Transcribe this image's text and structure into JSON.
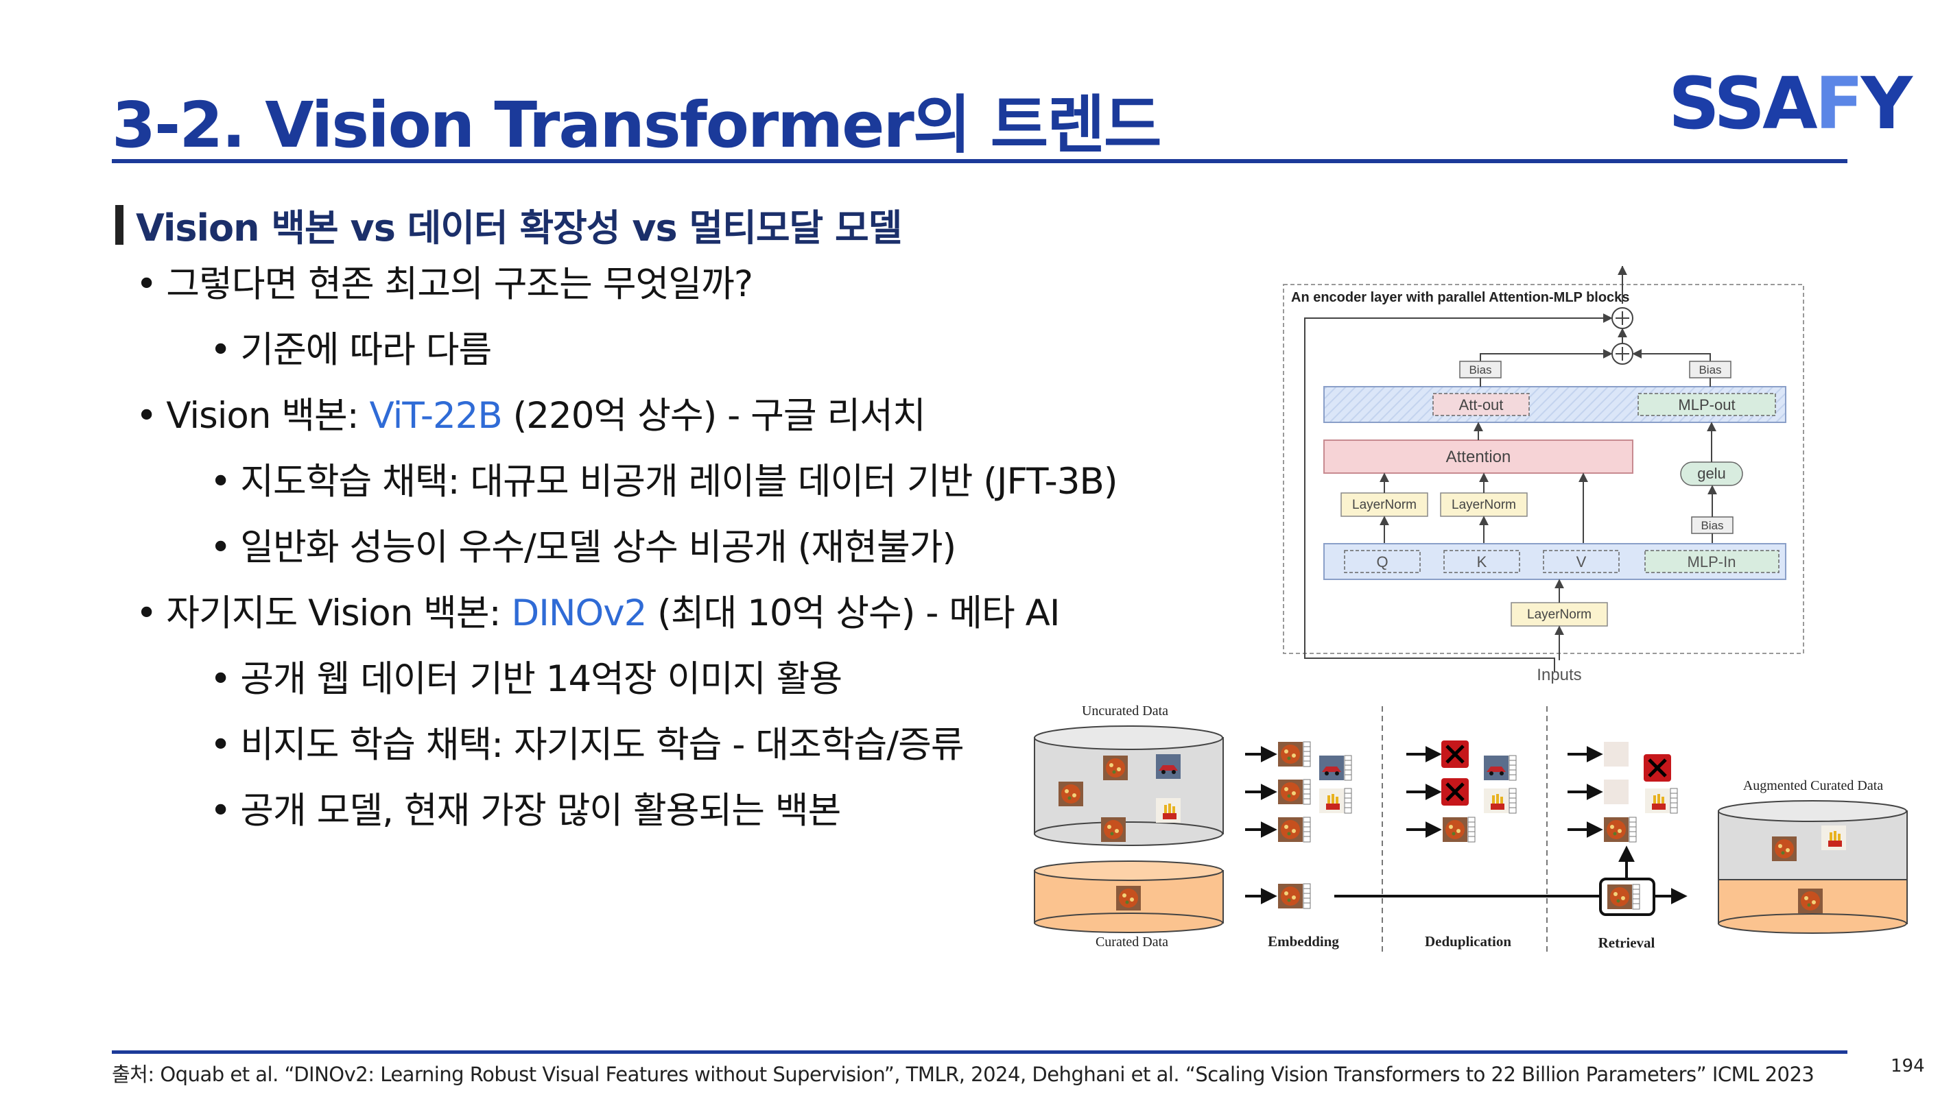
{
  "header": {
    "title": "3-2. Vision Transformer의 트렌드",
    "logo_main": "SSA",
    "logo_hl": "F",
    "logo_tail": "Y"
  },
  "section": {
    "heading": "Vision 백본 vs 데이터 확장성 vs 멀티모달 모델"
  },
  "bullets": [
    {
      "level": 1,
      "pre": "그렇다면 현존 최고의 구조는 무엇일까?",
      "accent": "",
      "post": ""
    },
    {
      "level": 2,
      "pre": "기준에 따라 다름",
      "accent": "",
      "post": ""
    },
    {
      "level": 1,
      "pre": "Vision 백본: ",
      "accent": "ViT-22B",
      "post": " (220억 상수) - 구글 리서치"
    },
    {
      "level": 2,
      "pre": "지도학습 채택: 대규모 비공개 레이블 데이터 기반 (JFT-3B)",
      "accent": "",
      "post": ""
    },
    {
      "level": 2,
      "pre": "일반화 성능이 우수/모델 상수 비공개 (재현불가)",
      "accent": "",
      "post": ""
    },
    {
      "level": 1,
      "pre": "자기지도 Vision 백본: ",
      "accent": "DINOv2",
      "post": " (최대 10억 상수) - 메타 AI"
    },
    {
      "level": 2,
      "pre": "공개 웹 데이터 기반 14억장 이미지 활용",
      "accent": "",
      "post": ""
    },
    {
      "level": 2,
      "pre": "비지도 학습 채택: 자기지도 학습 - 대조학습/증류",
      "accent": "",
      "post": ""
    },
    {
      "level": 2,
      "pre": "공개 모델, 현재 가장 많이 활용되는 백본",
      "accent": "",
      "post": ""
    }
  ],
  "encoder_diagram": {
    "title": "An encoder layer with parallel Attention-MLP blocks",
    "bias_label": "Bias",
    "att_out": "Att-out",
    "mlp_out": "MLP-out",
    "attention": "Attention",
    "gelu": "gelu",
    "layernorm": "LayerNorm",
    "q": "Q",
    "k": "K",
    "v": "V",
    "mlp_in": "MLP-In",
    "inputs": "Inputs",
    "colors": {
      "attention": "#f6d3d6",
      "mlp": "#d8ecdf",
      "proj": "#dbe6f8",
      "norm": "#fbf3cf"
    }
  },
  "pipeline_diagram": {
    "uncurated": "Uncurated Data",
    "curated": "Curated Data",
    "augmented": "Augmented Curated Data",
    "embedding": "Embedding",
    "deduplication": "Deduplication",
    "retrieval": "Retrieval"
  },
  "footer": {
    "source": "출처: Oquab et al. “DINOv2: Learning Robust Visual Features without Supervision”, TMLR, 2024, Dehghani et al. “Scaling Vision Transformers to 22 Billion Parameters” ICML 2023",
    "page": "194"
  }
}
